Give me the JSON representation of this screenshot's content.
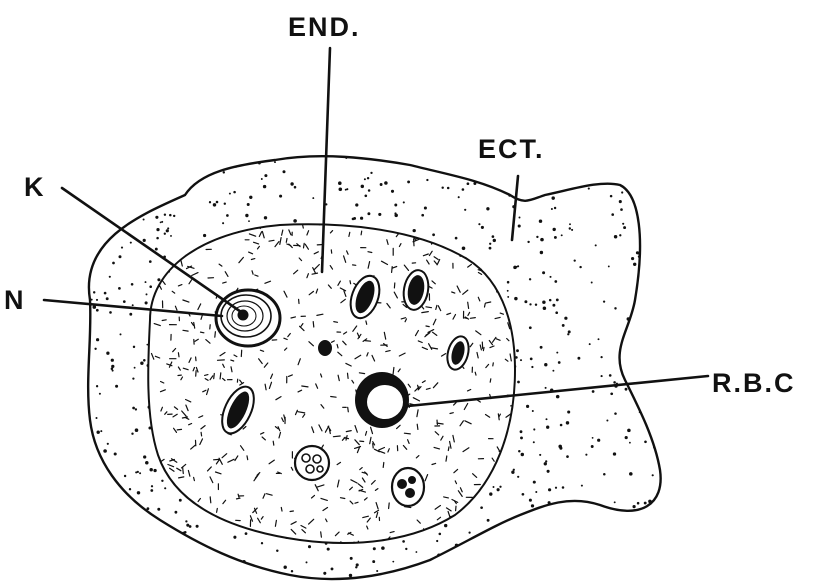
{
  "labels": {
    "end": "END.",
    "ect": "ECT.",
    "k": "K",
    "n": "N",
    "rbc": "R.B.C"
  }
}
